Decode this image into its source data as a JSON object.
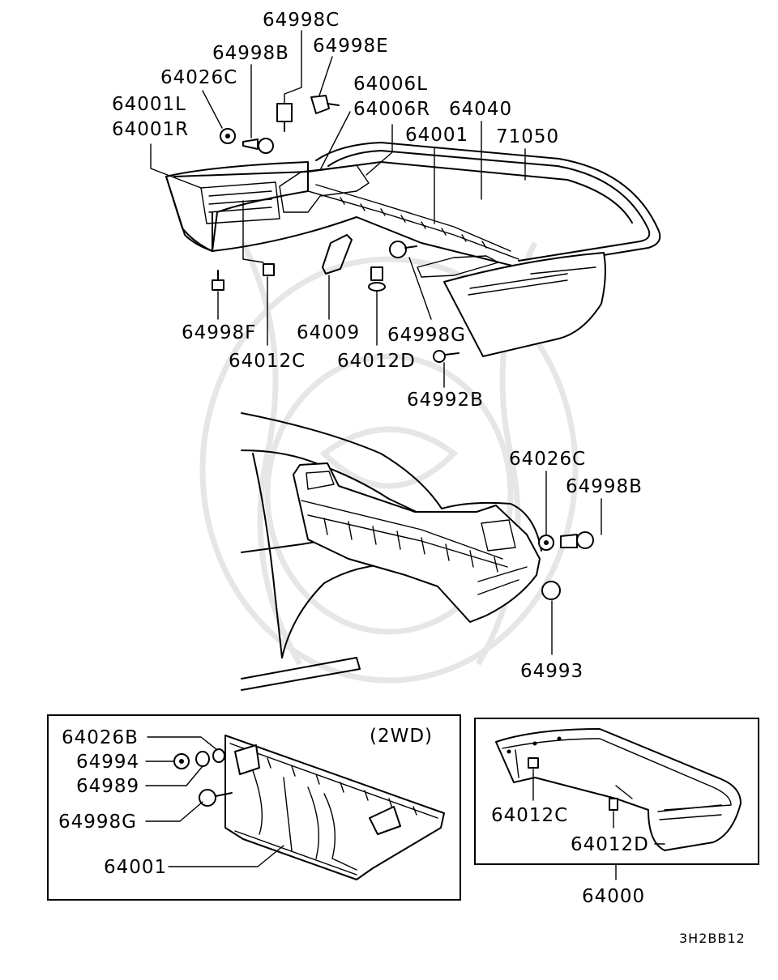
{
  "diagram": {
    "upper_assembly": {
      "labels": {
        "p64998C": "64998C",
        "p64998B": "64998B",
        "p64998E": "64998E",
        "p64026C": "64026C",
        "p64006L": "64006L",
        "p64006R": "64006R",
        "p64040": "64040",
        "p64001L": "64001L",
        "p64001R": "64001R",
        "p64001": "64001",
        "p71050": "71050",
        "p64998F": "64998F",
        "p64009": "64009",
        "p64998G": "64998G",
        "p64012C": "64012C",
        "p64012D": "64012D",
        "p64992B": "64992B"
      }
    },
    "vehicle_view": {
      "labels": {
        "p64026C": "64026C",
        "p64998B": "64998B",
        "p64993": "64993"
      }
    },
    "inset_2wd": {
      "title": "(2WD)",
      "labels": {
        "p64026B": "64026B",
        "p64994": "64994",
        "p64989": "64989",
        "p64998G": "64998G",
        "p64001": "64001"
      }
    },
    "inset_64000": {
      "labels": {
        "p64012C": "64012C",
        "p64012D": "64012D",
        "p64000": "64000"
      }
    },
    "figure_code": "3H2BB12"
  }
}
